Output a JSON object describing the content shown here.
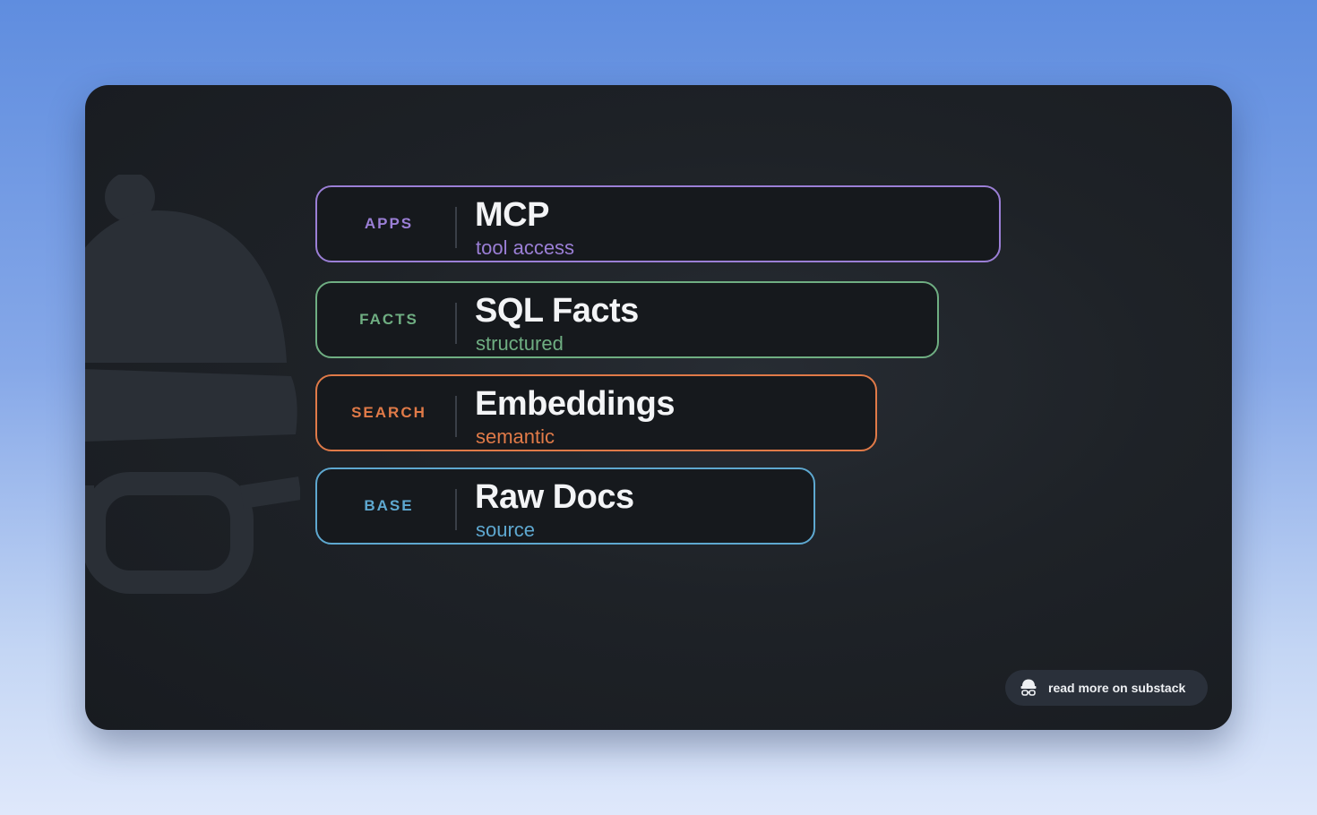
{
  "layers": [
    {
      "tag": "APPS",
      "title": "MCP",
      "subtitle": "tool access",
      "color": "#9b7fd6"
    },
    {
      "tag": "FACTS",
      "title": "SQL Facts",
      "subtitle": "structured",
      "color": "#6fae82"
    },
    {
      "tag": "SEARCH",
      "title": "Embeddings",
      "subtitle": "semantic",
      "color": "#e07a48"
    },
    {
      "tag": "BASE",
      "title": "Raw Docs",
      "subtitle": "source",
      "color": "#5ea8d0"
    }
  ],
  "cta": {
    "label": "read more on substack",
    "icon": "mascot-icon"
  },
  "colors": {
    "card_bg": "#1e2227",
    "mascot": "#2b3038"
  }
}
